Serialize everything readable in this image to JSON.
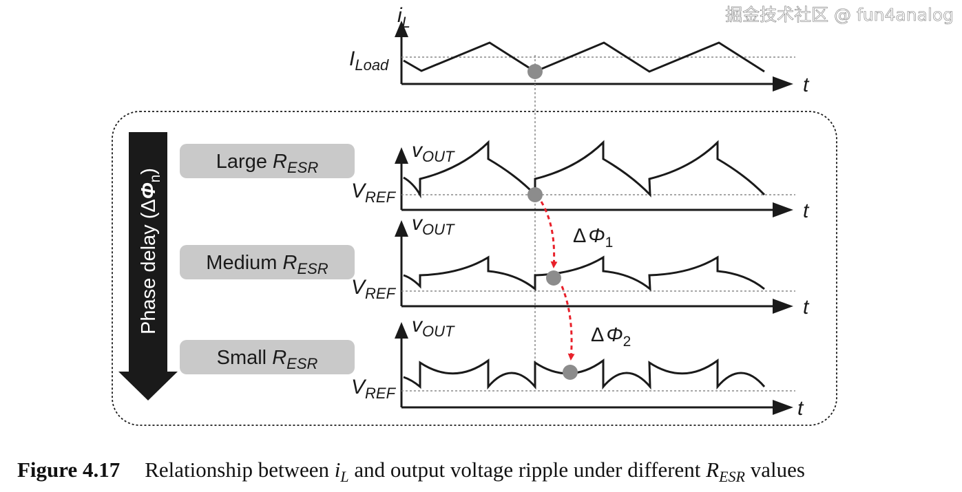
{
  "top_plot": {
    "y_label": "i",
    "y_label_sub": "L",
    "level_label": "I",
    "level_label_sub": "Load",
    "x_label": "t"
  },
  "side_arrow": {
    "label": "Phase delay (Δ",
    "symbol": "Φ",
    "symbol_sub": "n",
    "close": ")"
  },
  "panels": [
    {
      "name": "Large",
      "r": "R",
      "r_sub": "ESR",
      "y_label": "v",
      "y_label_sub": "OUT",
      "ref": "V",
      "ref_sub": "REF",
      "x_label": "t"
    },
    {
      "name": "Medium",
      "r": "R",
      "r_sub": "ESR",
      "y_label": "v",
      "y_label_sub": "OUT",
      "ref": "V",
      "ref_sub": "REF",
      "x_label": "t"
    },
    {
      "name": "Small",
      "r": "R",
      "r_sub": "ESR",
      "y_label": "v",
      "y_label_sub": "OUT",
      "ref": "V",
      "ref_sub": "REF",
      "x_label": "t"
    }
  ],
  "delays": [
    {
      "delta": "Δ",
      "symbol": "Φ",
      "sub": "1"
    },
    {
      "delta": "Δ",
      "symbol": "Φ",
      "sub": "2"
    }
  ],
  "caption": {
    "number": "Figure 4.17",
    "text_before": "Relationship between ",
    "var": "i",
    "var_sub": "L",
    "text_mid": " and output voltage ripple under different ",
    "r": "R",
    "r_sub": "ESR",
    "text_after": " values"
  },
  "watermark": "掘金技术社区 @ fun4analog",
  "colors": {
    "ink": "#1a1a1a",
    "label_box": "#c9c9c9",
    "dot": "#8c8c8c",
    "delay_arrow": "#e8202a",
    "side_arrow": "#1a1a1a"
  }
}
